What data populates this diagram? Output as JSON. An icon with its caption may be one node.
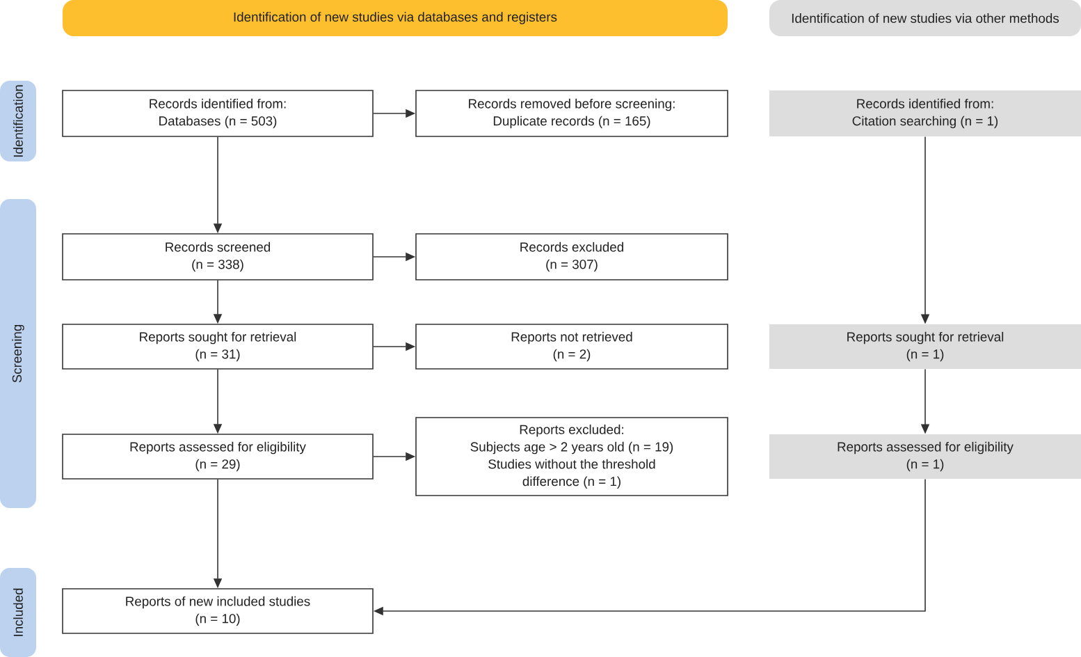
{
  "diagram": {
    "nodes": [
      {
        "text": [
          "Identification of new studies via databases and registers"
        ]
      },
      {
        "text": [
          "Identification of new studies via other methods"
        ]
      },
      {
        "text": [
          "Identification"
        ]
      },
      {
        "text": [
          "Screening"
        ]
      },
      {
        "text": [
          "Included"
        ]
      },
      {
        "text": [
          "Records identified from:",
          "Databases (n = 503)"
        ]
      },
      {
        "text": [
          "Records removed before screening:",
          "Duplicate records (n = 165)"
        ]
      },
      {
        "text": [
          "Records identified from:",
          "Citation searching (n = 1)"
        ]
      },
      {
        "text": [
          "Records screened",
          "(n = 338)"
        ]
      },
      {
        "text": [
          "Records excluded",
          "(n = 307)"
        ]
      },
      {
        "text": [
          "Reports sought for retrieval",
          "(n = 31)"
        ]
      },
      {
        "text": [
          "Reports not retrieved",
          "(n = 2)"
        ]
      },
      {
        "text": [
          "Reports sought for retrieval",
          "(n = 1)"
        ]
      },
      {
        "text": [
          "Reports assessed for eligibility",
          "(n = 29)"
        ]
      },
      {
        "text": [
          "Reports excluded:",
          "Subjects age > 2 years old (n = 19)",
          "Studies without the threshold difference (n = 1)"
        ]
      },
      {
        "text": [
          "Reports assessed for eligibility",
          "(n = 1)"
        ]
      },
      {
        "text": [
          "Reports of new included studies",
          "(n = 10)"
        ]
      }
    ],
    "edges": [
      {
        "from": 5,
        "to": 6,
        "arrow": "to"
      },
      {
        "from": 5,
        "to": 8,
        "arrow": "to"
      },
      {
        "from": 7,
        "to": 12,
        "arrow": "to"
      },
      {
        "from": 8,
        "to": 9,
        "arrow": "to"
      },
      {
        "from": 8,
        "to": 10,
        "arrow": "to"
      },
      {
        "from": 10,
        "to": 11,
        "arrow": "to"
      },
      {
        "from": 10,
        "to": 13,
        "arrow": "to"
      },
      {
        "from": 13,
        "to": 14,
        "arrow": "to"
      },
      {
        "from": 13,
        "to": 16,
        "arrow": "to"
      },
      {
        "from": 12,
        "to": 15,
        "arrow": "to"
      },
      {
        "from": 15,
        "to": 16,
        "arrow": "to"
      }
    ]
  }
}
